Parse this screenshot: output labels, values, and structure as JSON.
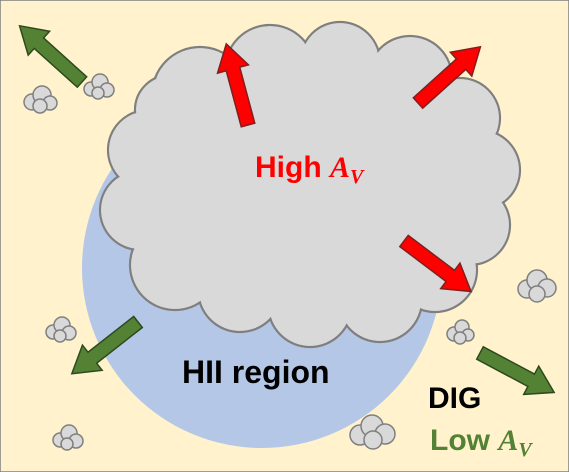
{
  "colors": {
    "background": "#FFF2CC",
    "hii_region_fill": "#B4C7E7",
    "cloud_fill": "#D9D9D9",
    "cloud_stroke": "#7F7F7F",
    "high_av_arrow": "#FF0000",
    "low_av_arrow": "#548235",
    "high_label": "#FF0000",
    "low_label": "#548235",
    "dark_text": "#000000"
  },
  "labels": {
    "cloud": {
      "prefix": "High ",
      "symbol": "A",
      "subscript": "V"
    },
    "hii_region": "HII region",
    "dig": "DIG",
    "low": {
      "prefix": "Low ",
      "symbol": "A",
      "subscript": "V"
    }
  },
  "icons": {
    "red_arrow": "arrow-icon",
    "green_arrow": "arrow-icon",
    "small_cloud": "cloud-icon"
  }
}
